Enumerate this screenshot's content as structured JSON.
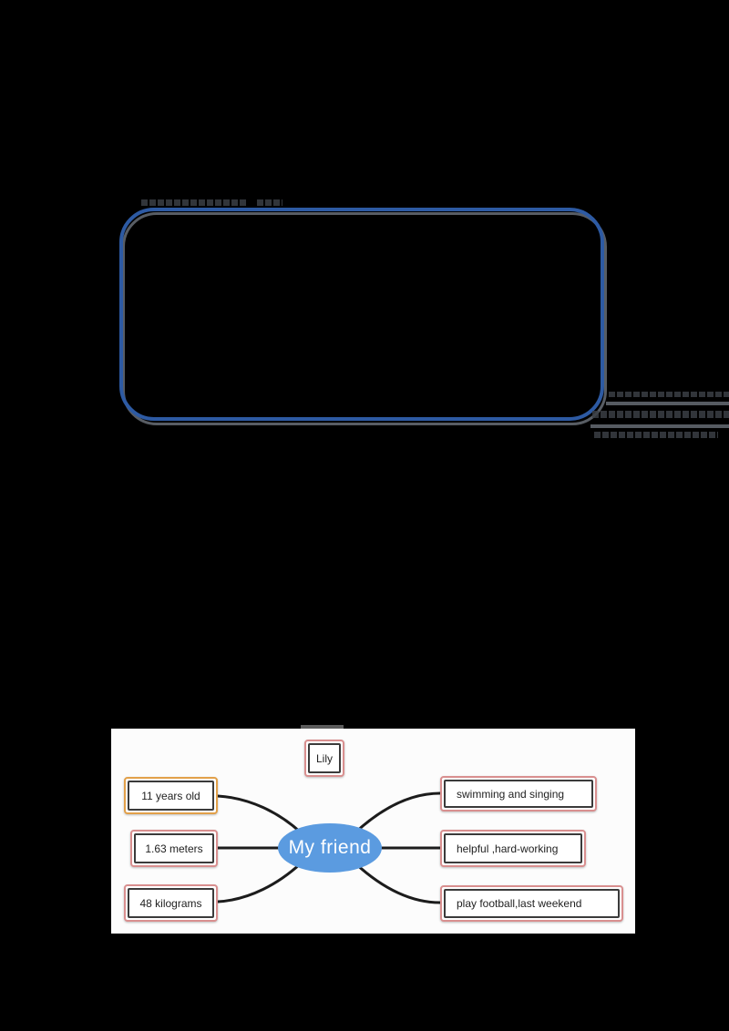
{
  "page": {
    "background": "#000000"
  },
  "answer_box": {
    "border_color": "#2d5aa3",
    "shadow_color": "#585d64"
  },
  "mindmap": {
    "background": "#fcfcfc",
    "connector_color": "#1c1c1c",
    "inner_border_color": "#3b3b3b",
    "center_node": {
      "label": "My friend",
      "fill": "#5b9be0",
      "text_color": "#ffffff"
    },
    "top_node": {
      "label": "Lily",
      "border_color": "#d98f8f"
    },
    "left_nodes": [
      {
        "label": "11 years old",
        "border_color": "#e2a049"
      },
      {
        "label": "1.63 meters",
        "border_color": "#d98f8f"
      },
      {
        "label": "48 kilograms",
        "border_color": "#d98f8f"
      }
    ],
    "right_nodes": [
      {
        "label": "swimming and singing",
        "border_color": "#d98f8f"
      },
      {
        "label": "helpful ,hard-working",
        "border_color": "#d98f8f"
      },
      {
        "label": "play football,last weekend",
        "border_color": "#d98f8f"
      }
    ]
  }
}
